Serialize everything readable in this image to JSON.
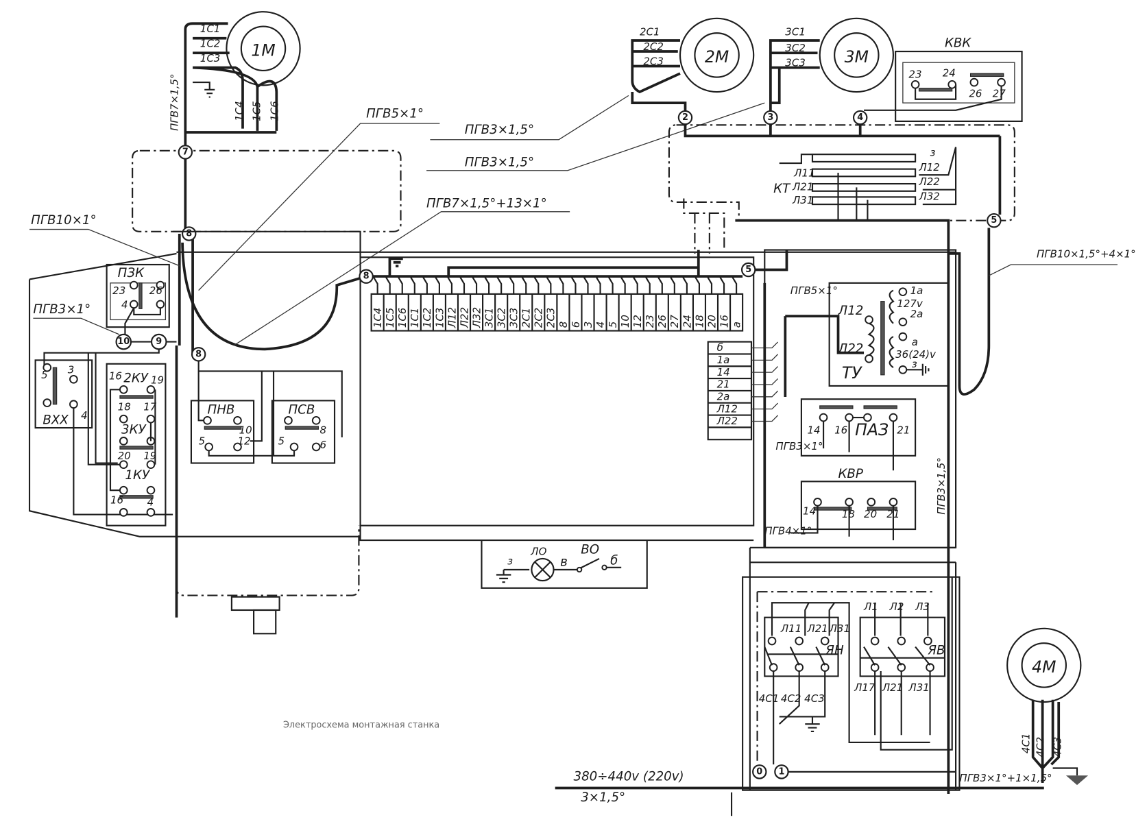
{
  "caption": "Электросхема монтажная станка",
  "motors": {
    "m1": "1М",
    "m2": "2М",
    "m3": "3М",
    "m4": "4М"
  },
  "motor_leads": {
    "m1": [
      "1С1",
      "1С2",
      "1С3",
      "1С4",
      "1С5",
      "1С6"
    ],
    "m2": [
      "2С1",
      "2С2",
      "2С3"
    ],
    "m3": [
      "3С1",
      "3С2",
      "3С3"
    ],
    "m4": [
      "4С1",
      "4С2",
      "4С3"
    ]
  },
  "cables": {
    "m1_cable": "ПГВ7×1,5°",
    "c_5x1": "ПГВ5×1°",
    "c_m2": "ПГВ3×1,5°",
    "c_m3": "ПГВ3×1,5°",
    "c_main": "ПГВ7×1,5°+13×1°",
    "c_10x1": "ПГВ10×1°",
    "c_3x1_left": "ПГВ3×1°",
    "c_right": "ПГВ10×1,5°+4×1°",
    "c_tu": "ПГВ5×1°",
    "c_paz": "ПГВ3×1°",
    "c_kvr": "ПГВ4×1°",
    "c_vertical": "ПГВ3×1,5°",
    "c_m4": "ПГВ3×1°+1×1,5°"
  },
  "nodes": {
    "n7": "7",
    "n8a": "8",
    "n8b": "8",
    "n8c": "8",
    "n9": "9",
    "n10": "10",
    "n2": "2",
    "n3": "3",
    "n4": "4",
    "n5a": "5",
    "n5b": "5",
    "n0": "0",
    "n1": "1"
  },
  "terminal_strip": [
    "1С4",
    "1С5",
    "1С6",
    "1С1",
    "1С2",
    "1С3",
    "Л12",
    "Л22",
    "Л32",
    "3С1",
    "3С2",
    "3С3",
    "2С1",
    "2С2",
    "2С3",
    "8",
    "6",
    "3",
    "4",
    "5",
    "10",
    "12",
    "23",
    "26",
    "27",
    "24",
    "18",
    "20",
    "16",
    "а"
  ],
  "side_strip": [
    "б",
    "1а",
    "14",
    "21",
    "2а",
    "Л12",
    "Л22"
  ],
  "pzk": {
    "title": "ПЗК",
    "terms": [
      "23",
      "26",
      "4"
    ]
  },
  "vxx": {
    "title": "ВХХ",
    "terms": [
      "5",
      "3",
      "4"
    ]
  },
  "ku": {
    "ku2": {
      "title": "2КУ",
      "terms": [
        "16",
        "19"
      ]
    },
    "ku3": {
      "title": "3КУ",
      "terms": [
        "18",
        "17",
        "20",
        "19"
      ]
    },
    "ku1": {
      "title": "1КУ",
      "terms": [
        "16",
        "4"
      ]
    }
  },
  "pnv": {
    "title": "ПНВ",
    "terms": [
      "10",
      "5",
      "12"
    ]
  },
  "psv": {
    "title": "ПСВ",
    "terms": [
      "8",
      "5",
      "6"
    ]
  },
  "kvk": {
    "title": "КВК",
    "terms": [
      "23",
      "24",
      "26",
      "27"
    ]
  },
  "kt": {
    "title": "КТ",
    "left": [
      "Л11",
      "Л21",
      "Л31"
    ],
    "right": [
      "з",
      "Л12",
      "Л22",
      "Л32"
    ]
  },
  "tu": {
    "title": "ТУ",
    "primary": [
      "Л12",
      "Л22"
    ],
    "sec1": [
      "1а",
      "127v",
      "2а"
    ],
    "sec2": [
      "а",
      "36(24)v",
      "з"
    ]
  },
  "paz": {
    "title": "ПАЗ",
    "terms": [
      "14",
      "16",
      "21"
    ]
  },
  "kvr": {
    "title": "КВР",
    "terms": [
      "14",
      "18",
      "20",
      "21"
    ]
  },
  "lamp": {
    "ground": "з",
    "lamp": "ЛО",
    "v": "в",
    "switch": "ВО",
    "b": "б"
  },
  "yan": {
    "title": "ЯН",
    "top": [
      "Л11",
      "Л21",
      "Л31"
    ],
    "bottom": [
      "4С1",
      "4С2",
      "4С3"
    ]
  },
  "yav": {
    "title": "ЯВ",
    "top": [
      "Л1",
      "Л2",
      "Л3"
    ],
    "bottom": [
      "Л17",
      "Л21",
      "Л31"
    ]
  },
  "supply": {
    "voltage": "380÷440v (220v)",
    "cable": "3×1,5°"
  }
}
